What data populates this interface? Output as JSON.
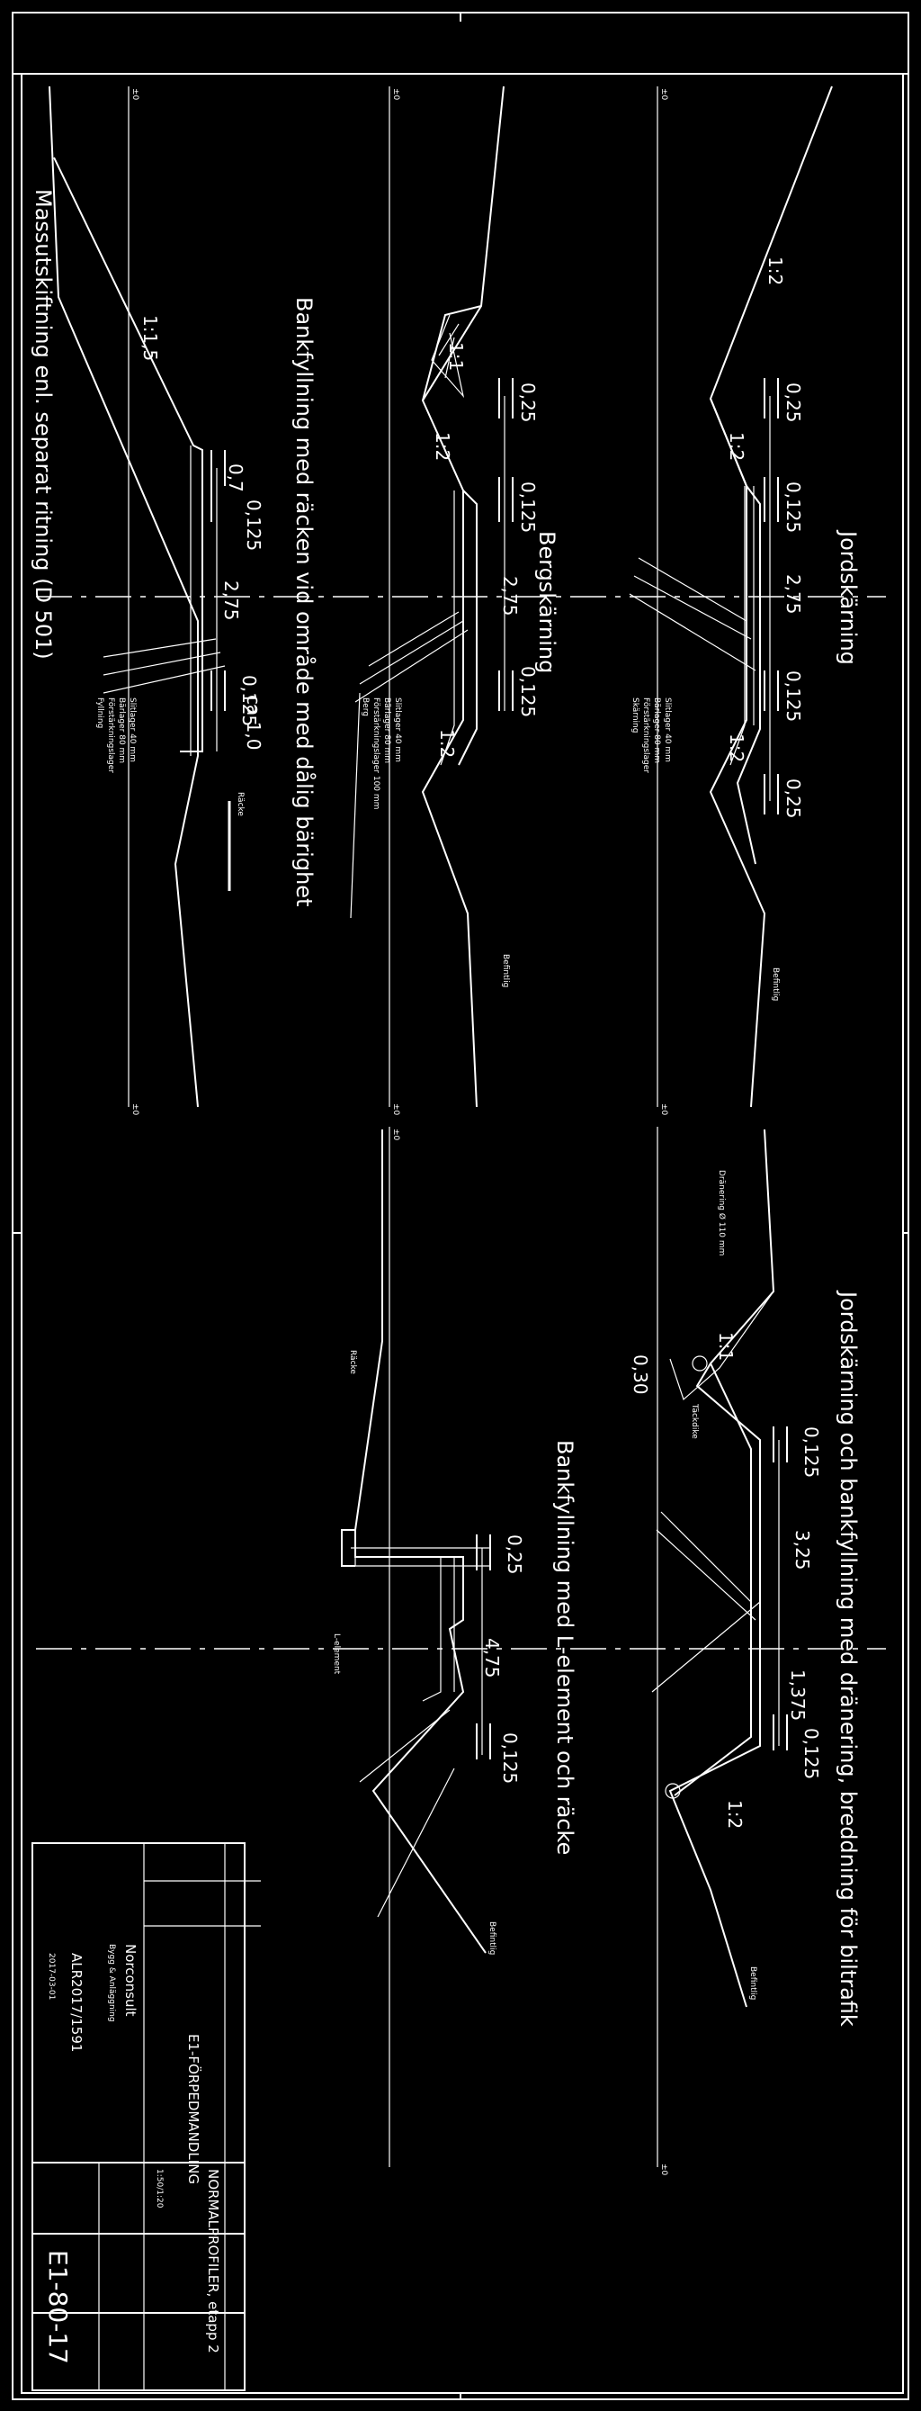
{
  "sections": {
    "s1": {
      "title": "Jordskärning",
      "slope_top": "1:2",
      "slope_mid": "1:2",
      "slope_low": "1:2",
      "dims": [
        "0,25",
        "0,125",
        "2,75",
        "0,125",
        "0,25"
      ],
      "ground": "Befintlig",
      "layers": [
        "Slitlager 40 mm",
        "Bärlager 80 mm",
        "Förstärkningslager",
        "Skärning"
      ]
    },
    "s2": {
      "title": "Bergskärning",
      "slope_top": "1:1",
      "slope_mid": "1:2",
      "slope_low": "1:2",
      "dims": [
        "0,25",
        "0,125",
        "2,75",
        "0,125"
      ],
      "ground": "Befintlig",
      "layers": [
        "Slitlager 40 mm",
        "Bärlager 80 mm",
        "Förstärkningslager 100 mm",
        "Berg"
      ]
    },
    "s3": {
      "title": "Bankfyllning med räcken vid område med dålig bärighet",
      "slope_top": "1:1,5",
      "dims": [
        "0,7",
        "0,125",
        "2,75",
        "0,125"
      ],
      "extra": "ca 1,0",
      "note_right": "Räcke",
      "layers": [
        "Slitlager 40 mm",
        "Bärlager 80 mm",
        "Förstärkningslager",
        "Fyllning"
      ]
    },
    "s4": {
      "title": "Jordskärning och bankfyllning med dränering, breddning för biltrafik",
      "slope": "1:1",
      "slope2": "1:2",
      "dims": [
        "0,125",
        "3,25",
        "1,375",
        "0,125"
      ],
      "offset": "0,30",
      "labels": [
        "Dränering Ø 110 mm",
        "Täckdike",
        "Befintlig"
      ]
    },
    "s5": {
      "title": "Bankfyllning med L-element och räcke",
      "dims": [
        "0,25",
        "4,75",
        "0,125"
      ],
      "labels": [
        "L-element",
        "Räcke",
        "Befintlig"
      ]
    },
    "side_note": "Massutskiftning enl. separat ritning (D 501)"
  },
  "markers": [
    "±0",
    "±0",
    "±0",
    "±0",
    "±0",
    "±0",
    "±0",
    "±0"
  ],
  "title_block": {
    "project": "E1-FÖRPEDMANDLING",
    "drawing_title": "NORMALPROFILER, etapp 2",
    "scale": "1:50/1:20",
    "company": "Norconsult",
    "company_sub": "Bygg & Anläggning",
    "drawing_no": "ALR2017/1591",
    "date": "2017-03-01",
    "sheet_id": "E1-80-17"
  }
}
